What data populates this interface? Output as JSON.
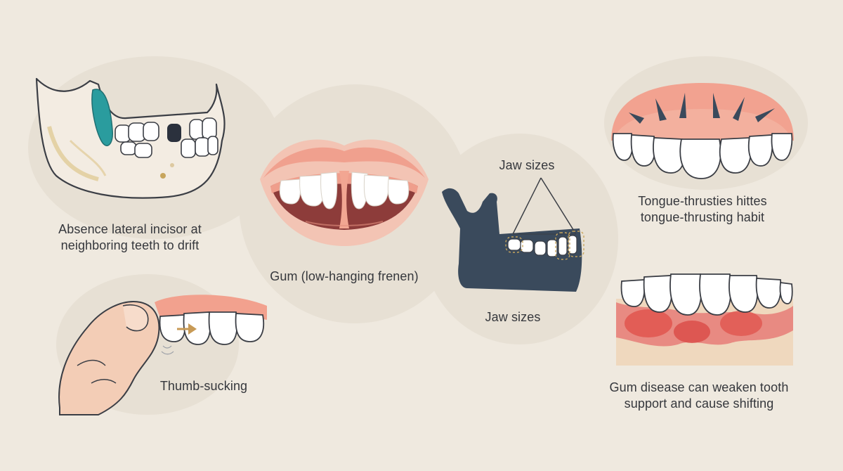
{
  "captions": {
    "missing_incisor": [
      "Absence lateral incisor at",
      "neighboring teeth to drift"
    ],
    "frenum": "Gum (low-hanging frenen)",
    "thumb": "Thumb-sucking",
    "jaw_top": "Jaw sizes",
    "jaw_bottom": "Jaw sizes",
    "tongue": [
      "Tongue-thrusties hittes",
      "tongue-thrusting habit"
    ],
    "gum_disease": [
      "Gum disease can weaken tooth",
      "support and cause shifting"
    ]
  },
  "colors": {
    "background": "#efe9df",
    "gum": "#f1a692",
    "jaw_dark": "#3a4a5c",
    "teal_gum": "#2a9c9e",
    "inflamed": "#e0554f",
    "arrow": "#c79a56"
  }
}
